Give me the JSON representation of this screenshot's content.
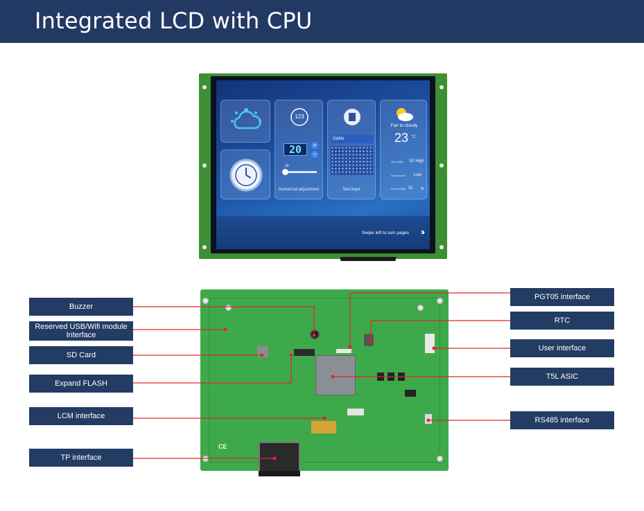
{
  "header": {
    "title": "Integrated LCD with CPU"
  },
  "screen": {
    "cards": {
      "numeric_value": "20",
      "numeric_label": "Numerical adjustment",
      "slider_value": "20",
      "numeric_icon_text": "123",
      "text_input_field": "DWIN",
      "text_input_label": "Text input",
      "weather_condition": "Fair to cloudy",
      "temperature": "23",
      "temperature_unit": "°C",
      "air_quality_label": "Air quality",
      "air_quality_value": "52 High",
      "wind_speed_label": "Wind speed",
      "wind_speed_value": "Low",
      "air_humidity_label": "Air humidity",
      "air_humidity_value": "32",
      "air_humidity_unit": "%"
    },
    "swipe_hint": "Swipe left to turn pages",
    "swipe_chevrons": "›››"
  },
  "board_marking": "CE",
  "labels": {
    "left": [
      {
        "id": "buzzer",
        "text": "Buzzer"
      },
      {
        "id": "usb",
        "text": "Reserved USB/Wifi module Interface"
      },
      {
        "id": "sd",
        "text": "SD Card"
      },
      {
        "id": "flash",
        "text": "Expand FLASH"
      },
      {
        "id": "lcm",
        "text": "LCM interface"
      },
      {
        "id": "tp",
        "text": "TP interface"
      }
    ],
    "right": [
      {
        "id": "pgt05",
        "text": "PGT05 interface"
      },
      {
        "id": "rtc",
        "text": "RTC"
      },
      {
        "id": "user",
        "text": "User interface"
      },
      {
        "id": "t5l",
        "text": "T5L ASIC"
      },
      {
        "id": "rs485",
        "text": "RS485 interface"
      }
    ]
  },
  "colors": {
    "header": "#223a63",
    "label": "#233c63",
    "callout_line": "#e0262b",
    "pcb": "#3ea94a",
    "lcd_frame": "#3e8f34"
  }
}
